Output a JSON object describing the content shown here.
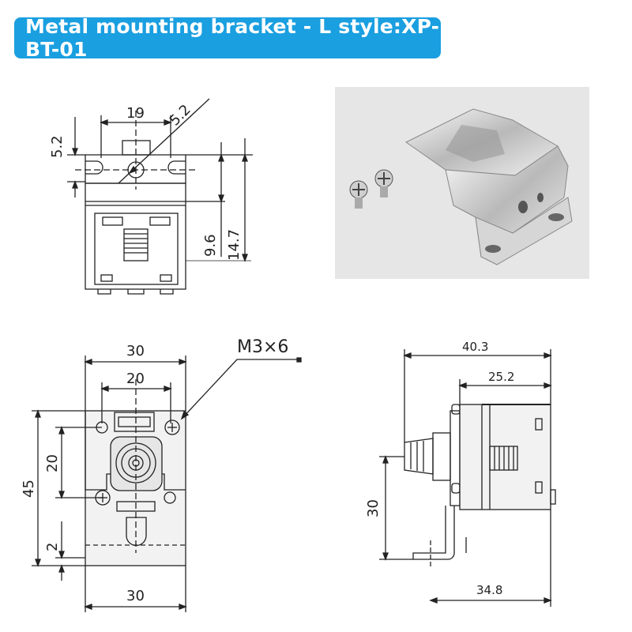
{
  "header": {
    "title": "Metal mounting bracket - L style:XP-BT-01"
  },
  "top_view": {
    "dim_width": "19",
    "dim_hole_dia": "5.2",
    "dim_left_height": "5.2",
    "dim_height_short": "9.6",
    "dim_height_long": "14.7"
  },
  "photo": {
    "alt": "metal-bracket-photo"
  },
  "front_view": {
    "dim_outer_width_top": "30",
    "dim_inner_width": "20",
    "dim_screw_label": "M3×6",
    "dim_height_total": "45",
    "dim_height_mid": "20",
    "dim_height_small": "2",
    "dim_outer_width_bottom": "30"
  },
  "side_view": {
    "dim_total_length": "40.3",
    "dim_body_length": "25.2",
    "dim_height": "30",
    "dim_bracket_length": "34.8"
  },
  "colors": {
    "title_bg": "#1a9fe0",
    "line": "#222222",
    "fill_body": "#f2f2f2"
  }
}
